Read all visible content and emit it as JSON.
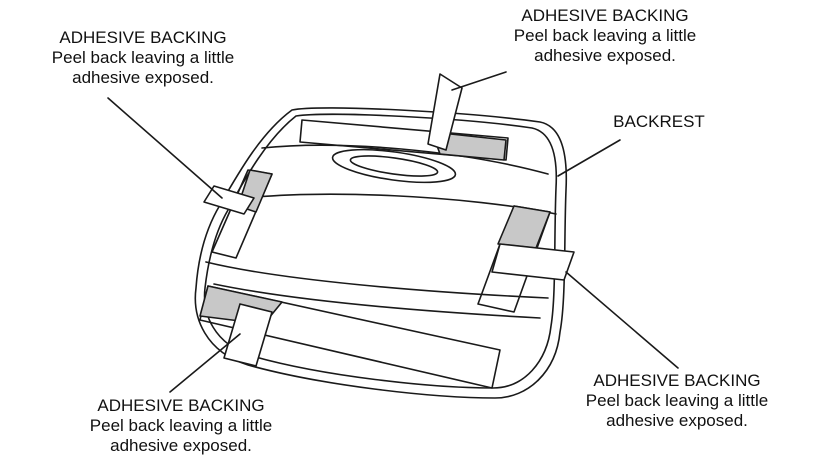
{
  "callouts": {
    "top_left": {
      "title": "ADHESIVE BACKING",
      "line1": "Peel back leaving a little",
      "line2": "adhesive exposed."
    },
    "top_right": {
      "title": "ADHESIVE BACKING",
      "line1": "Peel back leaving a little",
      "line2": "adhesive exposed."
    },
    "bottom_left": {
      "title": "ADHESIVE BACKING",
      "line1": "Peel back leaving a little",
      "line2": "adhesive exposed."
    },
    "bottom_right": {
      "title": "ADHESIVE BACKING",
      "line1": "Peel back leaving a little",
      "line2": "adhesive exposed."
    },
    "backrest": "BACKREST"
  },
  "colors": {
    "line": "#1a1a1a",
    "adhesive_fill": "#c8c8c8",
    "background": "#ffffff"
  }
}
